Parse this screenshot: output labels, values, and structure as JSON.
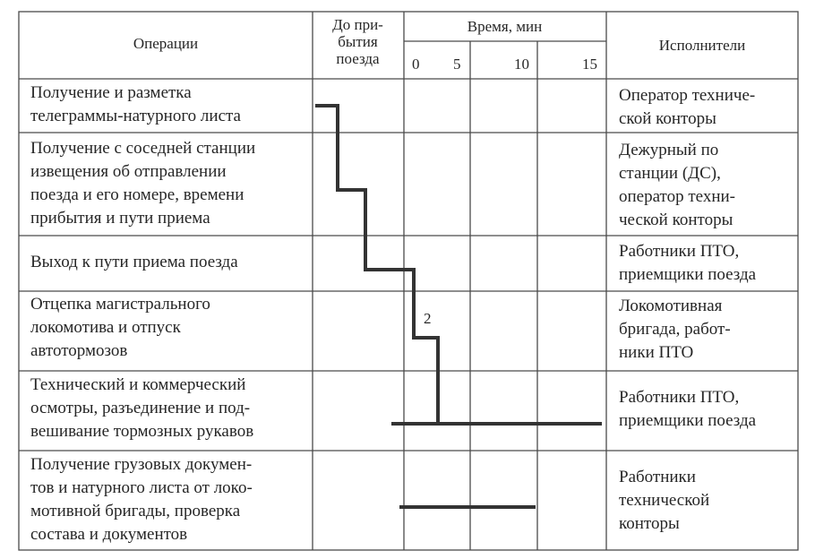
{
  "table": {
    "headers": {
      "operations": "Операции",
      "before_arrival": "До при-\nбытия\nпоезда",
      "time": "Время, мин",
      "executors": "Исполнители"
    },
    "time_ticks": [
      "0",
      "5",
      "10",
      "15"
    ],
    "rows": [
      {
        "operation": "Получение и разметка\nтелеграммы-натурного листа",
        "executors": "Оператор техниче-\nской конторы"
      },
      {
        "operation": "Получение с соседней станции\nизвещения об отправлении\nпоезда и его номере, времени\nприбытия и пути приема",
        "executors": "Дежурный по\nстанции (ДС),\nоператор техни-\nческой конторы"
      },
      {
        "operation": "Выход к пути приема поезда",
        "executors": "Работники ПТО,\nприемщики поезда"
      },
      {
        "operation": "Отцепка магистрального\nлокомотива и отпуск\nавтотормозов",
        "executors": "Локомотивная\nбригада, работ-\nники ПТО"
      },
      {
        "operation": "Технический и коммерческий\nосмотры, разъединение и под-\nвешивание тормозных рукавов",
        "executors": "Работники ПТО,\nприемщики поезда"
      },
      {
        "operation": "Получение грузовых докумен-\nтов и натурного листа от локо-\nмотивной бригады, проверка\nсостава и документов",
        "executors": "Работники\nтехнической\nконторы"
      }
    ],
    "chart_label": "2"
  }
}
